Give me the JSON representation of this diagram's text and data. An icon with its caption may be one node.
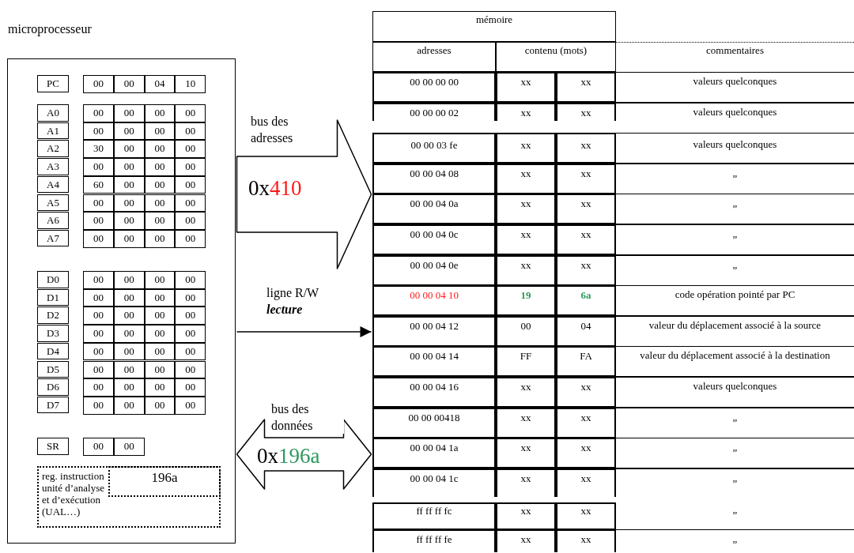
{
  "diagram": {
    "nodes": [
      {
        "text": [
          "microprocesseur"
        ]
      },
      {
        "text": [
          "mémoire"
        ]
      },
      {
        "text": [
          "reg. instruction unité d’analyse et d’exécution (UAL…)"
        ],
        "in": 0
      },
      {
        "text": [
          "196a"
        ],
        "in": 2
      }
    ],
    "edges": [
      {
        "from": 0,
        "to": 1,
        "arrow": "to",
        "label": "bus des adresses",
        "style": "thick"
      },
      {
        "from": 0,
        "to": 1,
        "arrow": "to",
        "label": "ligne R/W **lecture**"
      },
      {
        "from": 0,
        "to": 1,
        "arrow": "both",
        "label": "bus des données",
        "style": "thick"
      }
    ],
    "labels": [
      "PC",
      "00",
      "00",
      "04",
      "10",
      "A0",
      "00",
      "00",
      "00",
      "00",
      "A1",
      "00",
      "00",
      "00",
      "00",
      "A2",
      "30",
      "00",
      "00",
      "00",
      "A3",
      "00",
      "00",
      "00",
      "00",
      "A4",
      "60",
      "00",
      "00",
      "00",
      "A5",
      "00",
      "00",
      "00",
      "00",
      "A6",
      "00",
      "00",
      "00",
      "00",
      "A7",
      "00",
      "00",
      "00",
      "00",
      "D0",
      "00",
      "00",
      "00",
      "00",
      "D1",
      "00",
      "00",
      "00",
      "00",
      "D2",
      "00",
      "00",
      "00",
      "00",
      "D3",
      "00",
      "00",
      "00",
      "00",
      "D4",
      "00",
      "00",
      "00",
      "00",
      "D5",
      "00",
      "00",
      "00",
      "00",
      "D6",
      "00",
      "00",
      "00",
      "00",
      "D7",
      "00",
      "00",
      "00",
      "00",
      "SR",
      "00",
      "00",
      "0x410",
      "0x196a",
      "adresses",
      "contenu (mots)",
      "commentaires",
      "00 00 00 00",
      "xx",
      "xx",
      "valeurs quelconques",
      "00 00 00 02",
      "xx",
      "xx",
      "valeurs quelconques",
      "00 00 03 fe",
      "xx",
      "xx",
      "valeurs quelconques",
      "00 00 04 08",
      "xx",
      "xx",
      "„",
      "00 00 04 0a",
      "xx",
      "xx",
      "„",
      "00 00 04 0c",
      "xx",
      "xx",
      "„",
      "00 00 04 0e",
      "xx",
      "xx",
      "„",
      "00 00 04 10",
      "19",
      "6a",
      "code opération pointé par PC",
      "00 00 04 12",
      "00",
      "04",
      "valeur du déplacement associé à la source",
      "00 00 04 14",
      "FF",
      "FA",
      "valeur du déplacement associé à la destination",
      "00 00 04 16",
      "xx",
      "xx",
      "valeurs quelconques",
      "00 00 00418",
      "xx",
      "xx",
      "„",
      "00 00 04 1a",
      "xx",
      "xx",
      "„",
      "00 00 04 1c",
      "xx",
      "xx",
      "„",
      "ff ff ff fc",
      "xx",
      "xx",
      "„",
      "ff ff ff fe",
      "xx",
      "xx",
      "„"
    ]
  }
}
